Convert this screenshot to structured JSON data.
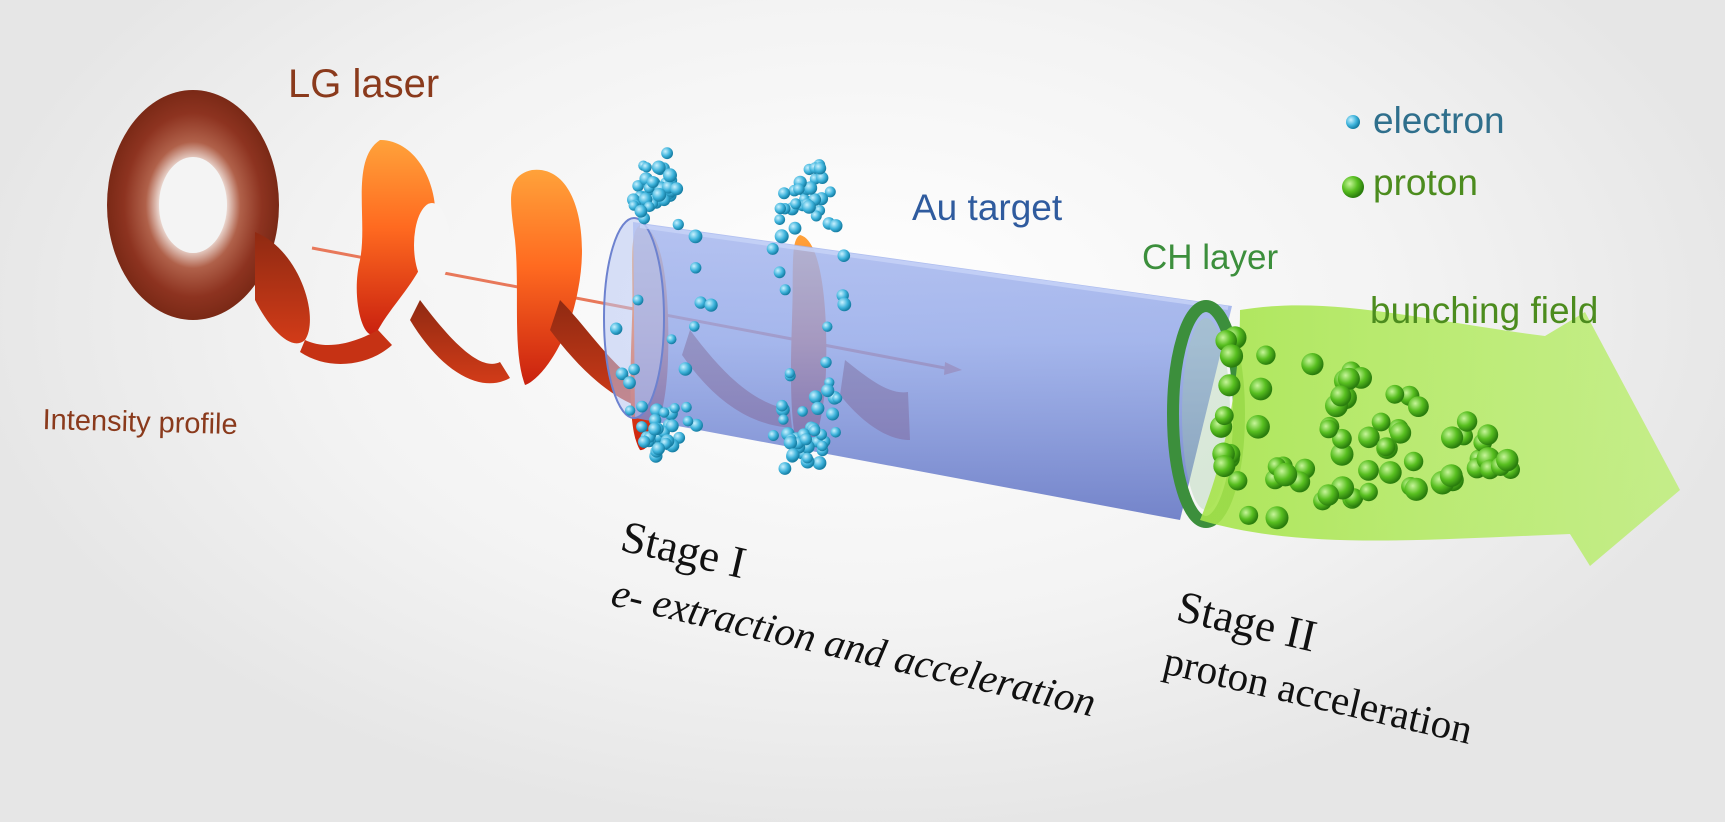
{
  "labels": {
    "lg_laser": "LG laser",
    "intensity_profile": "Intensity profile",
    "au_target": "Au target",
    "ch_layer": "CH layer",
    "bunching_field": "bunching field",
    "stage1_title": "Stage I",
    "stage1_subtitle": "e- extraction and acceleration",
    "stage2_title": "Stage II",
    "stage2_subtitle": "proton acceleration"
  },
  "legend": [
    {
      "label": "electron",
      "color": "#3fb4dc",
      "marker": "small-sphere"
    },
    {
      "label": "proton",
      "color": "#3aa616",
      "marker": "large-sphere"
    }
  ],
  "colors": {
    "laser_label": "#8a3a1c",
    "target_label": "#2f5b9e",
    "legend_text": "#2f6f8c",
    "field_label": "#4c8c1e",
    "stage_text": "#111111",
    "helix": "#e23b18",
    "target": "#7f97e2",
    "field": "#9ae23a"
  }
}
